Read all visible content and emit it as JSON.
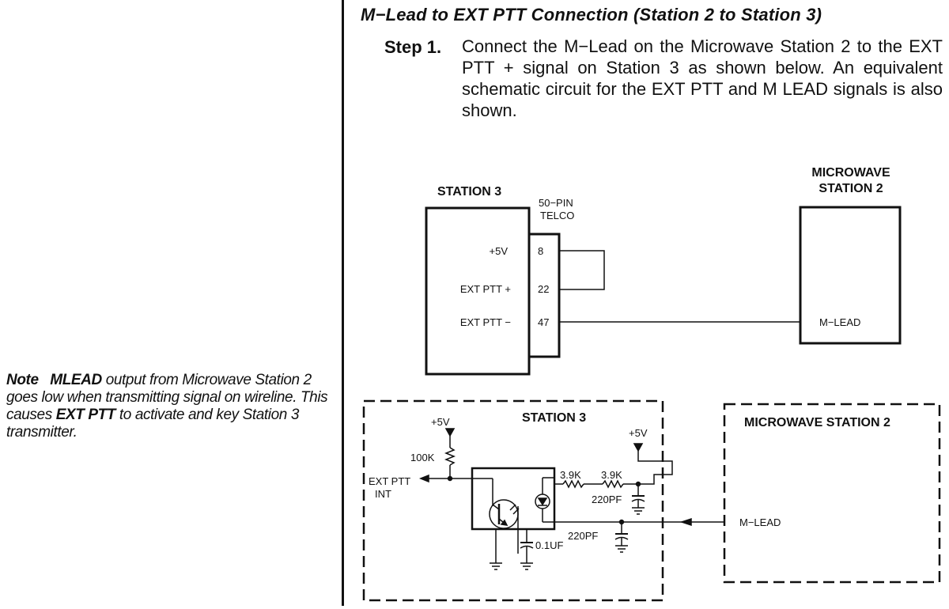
{
  "section_title": "M−Lead to EXT PTT Connection (Station 2 to Station 3)",
  "step": {
    "label": "Step 1.",
    "text": "Connect the M−Lead on the Microwave Station 2 to the EXT PTT + signal on Station 3 as shown below. An equivalent schematic circuit for the EXT PTT and M LEAD signals is also shown."
  },
  "note": {
    "label": "Note",
    "term1": "MLEAD",
    "text1": " output from Microwave Station 2 goes low when transmitting signal on wireline. This causes ",
    "term2": "EXT PTT",
    "text2": " to activate and key Station 3 transmitter."
  },
  "wiring": {
    "station3_label": "STATION 3",
    "connector_label_line1": "50−PIN",
    "connector_label_line2": "TELCO",
    "pins": [
      {
        "signal": "+5V",
        "pin": "8"
      },
      {
        "signal": "EXT PTT +",
        "pin": "22"
      },
      {
        "signal": "EXT PTT −",
        "pin": "47"
      }
    ],
    "microwave_label_line1": "MICROWAVE",
    "microwave_label_line2": "STATION 2",
    "mlead_label": "M−LEAD"
  },
  "schematic": {
    "station3_label": "STATION 3",
    "microwave_label": "MICROWAVE STATION 2",
    "vcc_left": "+5V",
    "vcc_right": "+5V",
    "resistor_pullup": "100K",
    "ext_ptt_line1": "EXT PTT",
    "ext_ptt_line2": "INT",
    "r1": "3.9K",
    "r2": "3.9K",
    "cap_top": "220PF",
    "cap_bottom": "220PF",
    "cap_emitter": "0.1UF",
    "mlead_label": "M−LEAD"
  }
}
